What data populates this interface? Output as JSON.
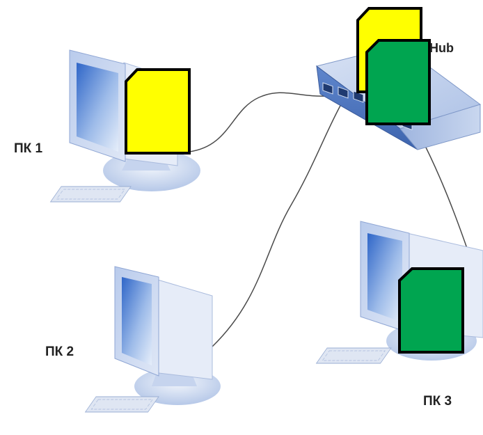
{
  "labels": {
    "pc1": "ПК 1",
    "pc2": "ПК 2",
    "pc3": "ПК 3",
    "hub": "Hub"
  },
  "nodes": [
    {
      "id": "pc1",
      "type": "computer"
    },
    {
      "id": "pc2",
      "type": "computer"
    },
    {
      "id": "pc3",
      "type": "computer"
    },
    {
      "id": "hub",
      "type": "hub"
    }
  ],
  "links": [
    {
      "from": "pc1",
      "to": "hub"
    },
    {
      "from": "pc2",
      "to": "hub"
    },
    {
      "from": "pc3",
      "to": "hub"
    }
  ],
  "packets": [
    {
      "id": "packet-pc1",
      "color": "#ffff00",
      "at": "pc1"
    },
    {
      "id": "packet-hub-back",
      "color": "#ffff00",
      "at": "hub"
    },
    {
      "id": "packet-hub-front",
      "color": "#00a550",
      "at": "hub"
    },
    {
      "id": "packet-pc3",
      "color": "#00a550",
      "at": "pc3"
    }
  ],
  "colors": {
    "packet_yellow": "#ffff00",
    "packet_green": "#00a550",
    "cable": "#4a4a4a",
    "device_blue": "#c8d6ee"
  }
}
